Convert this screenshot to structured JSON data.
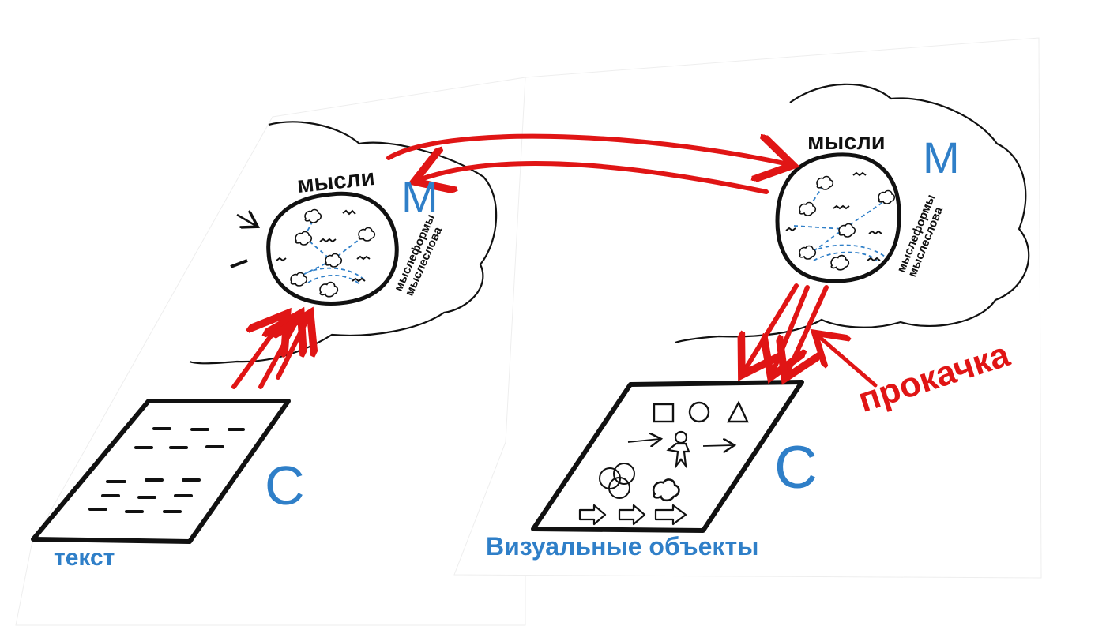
{
  "colors": {
    "ink": "#111111",
    "blue": "#2f7fc8",
    "red": "#e01515",
    "paper": "#ffffff"
  },
  "left": {
    "thoughts_label": "мысли",
    "m_letter": "M",
    "side_line1": "мыслеформы",
    "side_line2": "мыслеслова",
    "c_letter": "C",
    "sheet_caption": "текст"
  },
  "right": {
    "thoughts_label": "мысли",
    "m_letter": "M",
    "side_line1": "мыслеформы",
    "side_line2": "мыслеслова",
    "c_letter": "C",
    "sheet_caption": "Визуальные объекты",
    "pump_label": "прокачка"
  },
  "icons": [
    "cloud-icon",
    "square-icon",
    "circle-icon",
    "triangle-icon",
    "person-icon",
    "venn-icon",
    "arrow-icon"
  ]
}
